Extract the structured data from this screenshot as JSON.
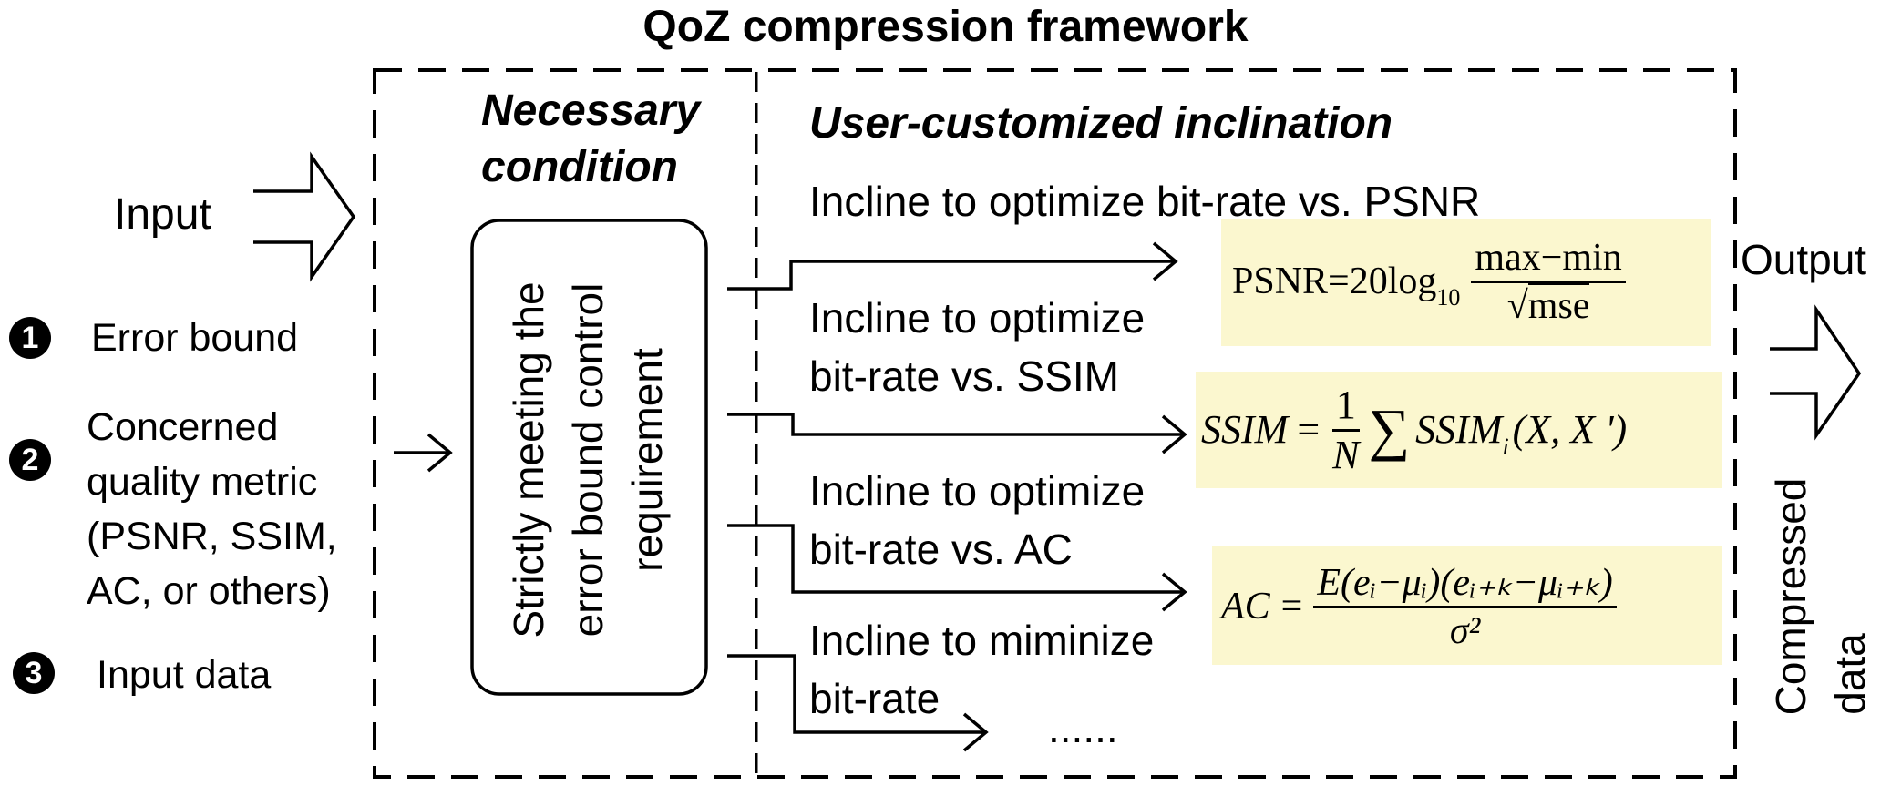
{
  "title": "QoZ compression framework",
  "input_label": "Input",
  "output_label": "Output",
  "compressed_data": [
    "Compressed",
    "data"
  ],
  "inputs": [
    {
      "badge": "1",
      "lines": [
        "Error bound"
      ]
    },
    {
      "badge": "2",
      "lines": [
        "Concerned",
        "quality metric",
        "(PSNR, SSIM,",
        "AC, or others)"
      ]
    },
    {
      "badge": "3",
      "lines": [
        "Input data"
      ]
    }
  ],
  "necessary_condition": [
    "Necessary",
    "condition"
  ],
  "user_inclination": "User-customized inclination",
  "condition_box": [
    "Strictly meeting the",
    "error bound control",
    "requirement"
  ],
  "branches": [
    {
      "lines": [
        "Incline to optimize bit-rate vs. PSNR"
      ]
    },
    {
      "lines": [
        "Incline to optimize",
        "bit-rate vs. SSIM"
      ]
    },
    {
      "lines": [
        "Incline to optimize",
        "bit-rate vs. AC"
      ]
    },
    {
      "lines": [
        "Incline to miminize",
        "bit-rate"
      ]
    }
  ],
  "ellipsis": "......",
  "formulas": {
    "psnr": {
      "lhs": "PSNR=20log",
      "sub": "10",
      "num": "max−min",
      "den_root": "√",
      "den": "mse"
    },
    "ssim": {
      "lhs": "SSIM",
      "eq": "=",
      "num": "1",
      "den": "N",
      "sum": "∑",
      "rhs": "SSIM",
      "rhs_sub": "i",
      "args": "(X, X ')"
    },
    "ac": {
      "lhs": "AC",
      "eq": "=",
      "num": "E(eᵢ−μᵢ)(eᵢ₊ₖ−μᵢ₊ₖ)",
      "den": "σ²"
    }
  }
}
